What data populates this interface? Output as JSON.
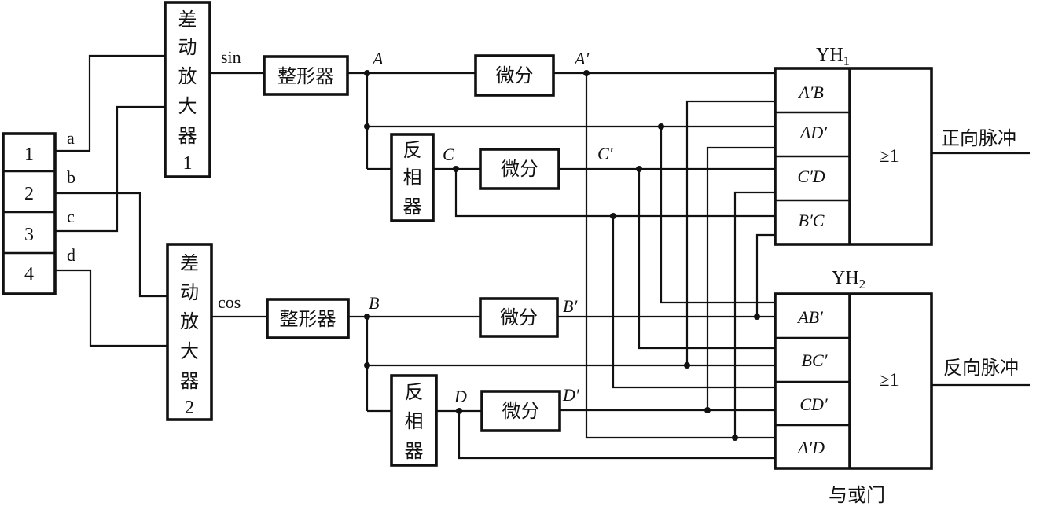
{
  "connector": {
    "pins": [
      "1",
      "2",
      "3",
      "4"
    ],
    "wire_labels": [
      "a",
      "b",
      "c",
      "d"
    ]
  },
  "diff_amp_1": {
    "chars": [
      "差",
      "动",
      "放",
      "大",
      "器",
      "1"
    ],
    "output_label": "sin"
  },
  "diff_amp_2": {
    "chars": [
      "差",
      "动",
      "放",
      "大",
      "器",
      "2"
    ],
    "output_label": "cos"
  },
  "shaper_1": {
    "label": "整形器",
    "output_node": "A"
  },
  "shaper_2": {
    "label": "整形器",
    "output_node": "B"
  },
  "inverter_1": {
    "chars": [
      "反",
      "相",
      "器"
    ],
    "output_node": "C"
  },
  "inverter_2": {
    "chars": [
      "反",
      "相",
      "器"
    ],
    "output_node": "D"
  },
  "differentiators": [
    {
      "label": "微分",
      "output_node": "A′"
    },
    {
      "label": "微分",
      "output_node": "C′"
    },
    {
      "label": "微分",
      "output_node": "B′"
    },
    {
      "label": "微分",
      "output_node": "D′"
    }
  ],
  "gate_yh1": {
    "name": "YH",
    "subscript": "1",
    "terms": [
      "A′B",
      "AD′",
      "C′D",
      "B′C"
    ],
    "function": "≥1",
    "output_label": "正向脉冲"
  },
  "gate_yh2": {
    "name": "YH",
    "subscript": "2",
    "terms": [
      "AB′",
      "BC′",
      "CD′",
      "A′D"
    ],
    "function": "≥1",
    "output_label": "反向脉冲"
  },
  "caption": "与或门"
}
